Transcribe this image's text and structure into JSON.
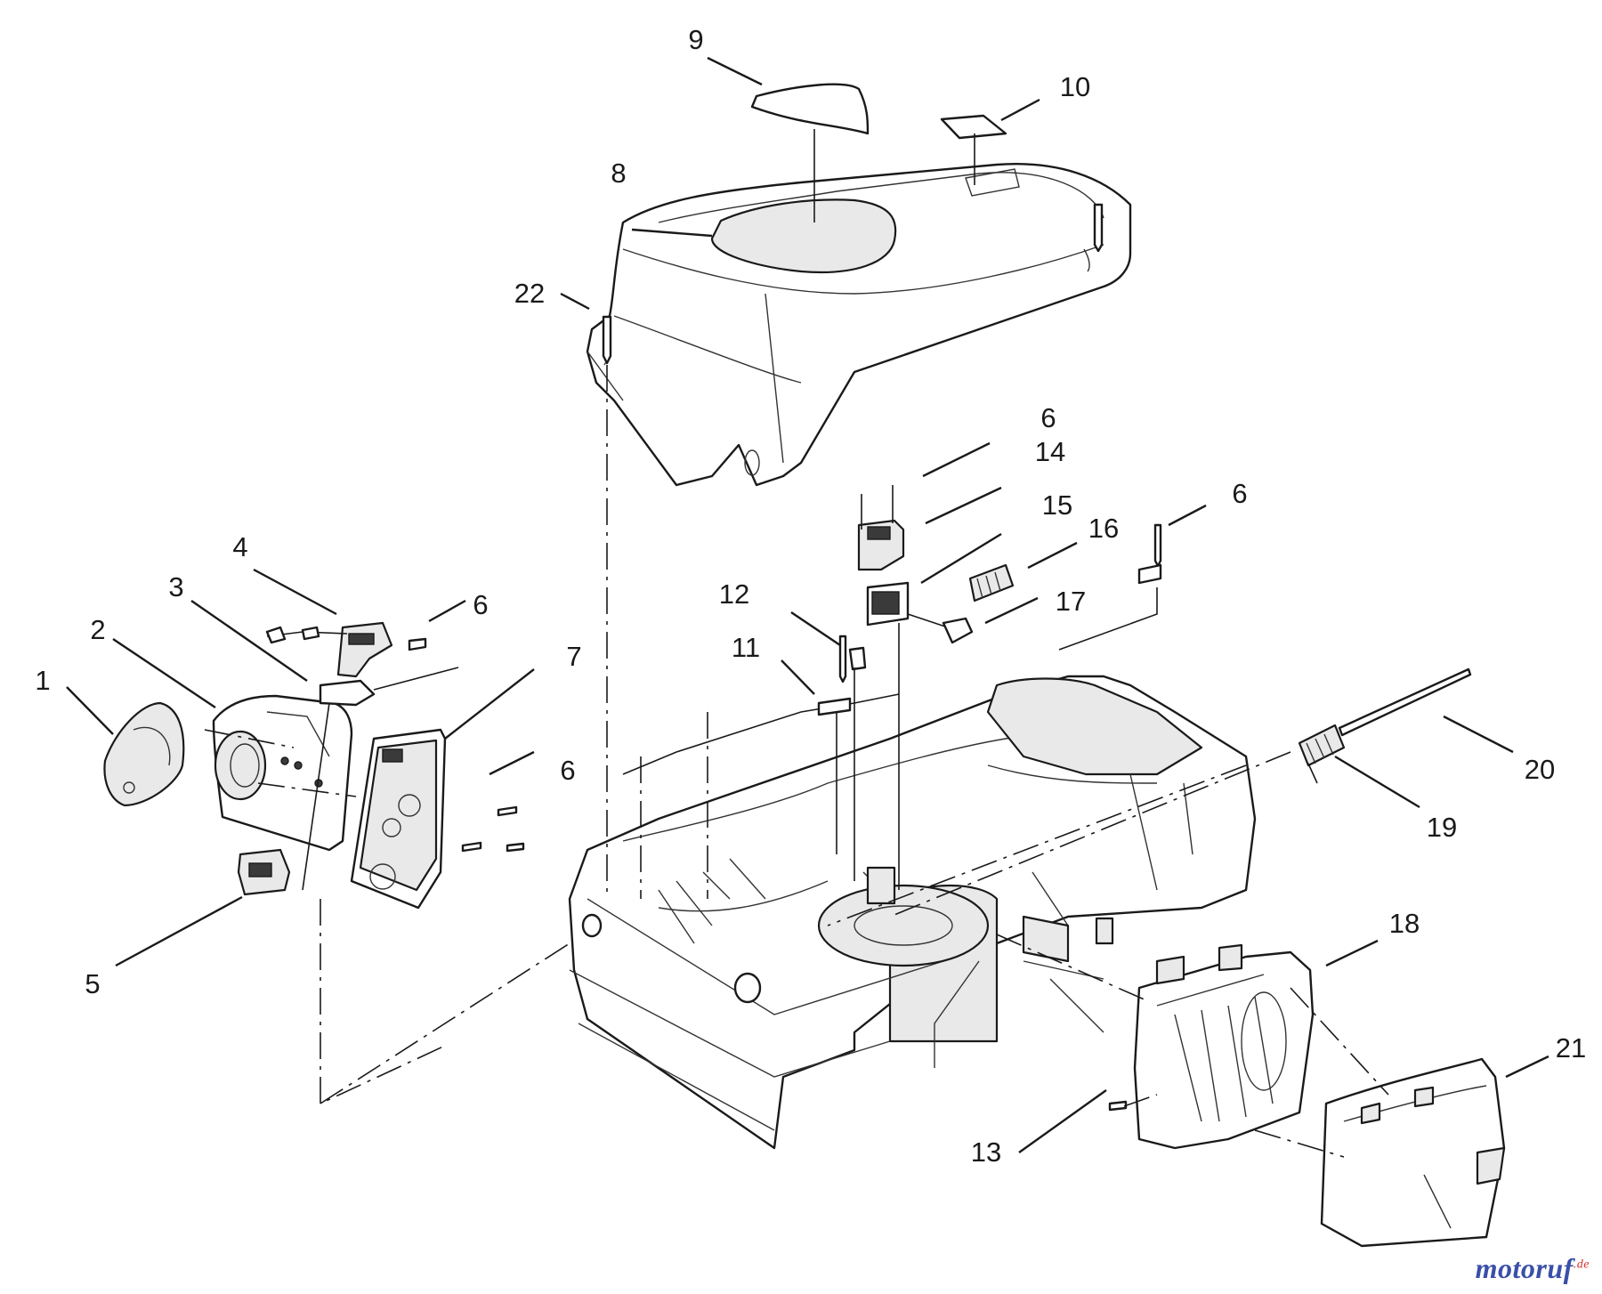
{
  "callouts": [
    {
      "id": "c1",
      "label": "1"
    },
    {
      "id": "c2",
      "label": "2"
    },
    {
      "id": "c3",
      "label": "3"
    },
    {
      "id": "c4",
      "label": "4"
    },
    {
      "id": "c5",
      "label": "5"
    },
    {
      "id": "c6a",
      "label": "6"
    },
    {
      "id": "c6b",
      "label": "6"
    },
    {
      "id": "c6c",
      "label": "6"
    },
    {
      "id": "c6d",
      "label": "6"
    },
    {
      "id": "c7",
      "label": "7"
    },
    {
      "id": "c8",
      "label": "8"
    },
    {
      "id": "c9",
      "label": "9"
    },
    {
      "id": "c10",
      "label": "10"
    },
    {
      "id": "c11",
      "label": "11"
    },
    {
      "id": "c12",
      "label": "12"
    },
    {
      "id": "c13",
      "label": "13"
    },
    {
      "id": "c14",
      "label": "14"
    },
    {
      "id": "c15",
      "label": "15"
    },
    {
      "id": "c16",
      "label": "16"
    },
    {
      "id": "c17",
      "label": "17"
    },
    {
      "id": "c18",
      "label": "18"
    },
    {
      "id": "c19",
      "label": "19"
    },
    {
      "id": "c20",
      "label": "20"
    },
    {
      "id": "c21",
      "label": "21"
    },
    {
      "id": "c22",
      "label": "22"
    }
  ],
  "watermark": {
    "brand": "motoruf",
    "tld": ".de",
    "brand_color": "#3a4fa8",
    "tld_color": "#d6312b"
  }
}
